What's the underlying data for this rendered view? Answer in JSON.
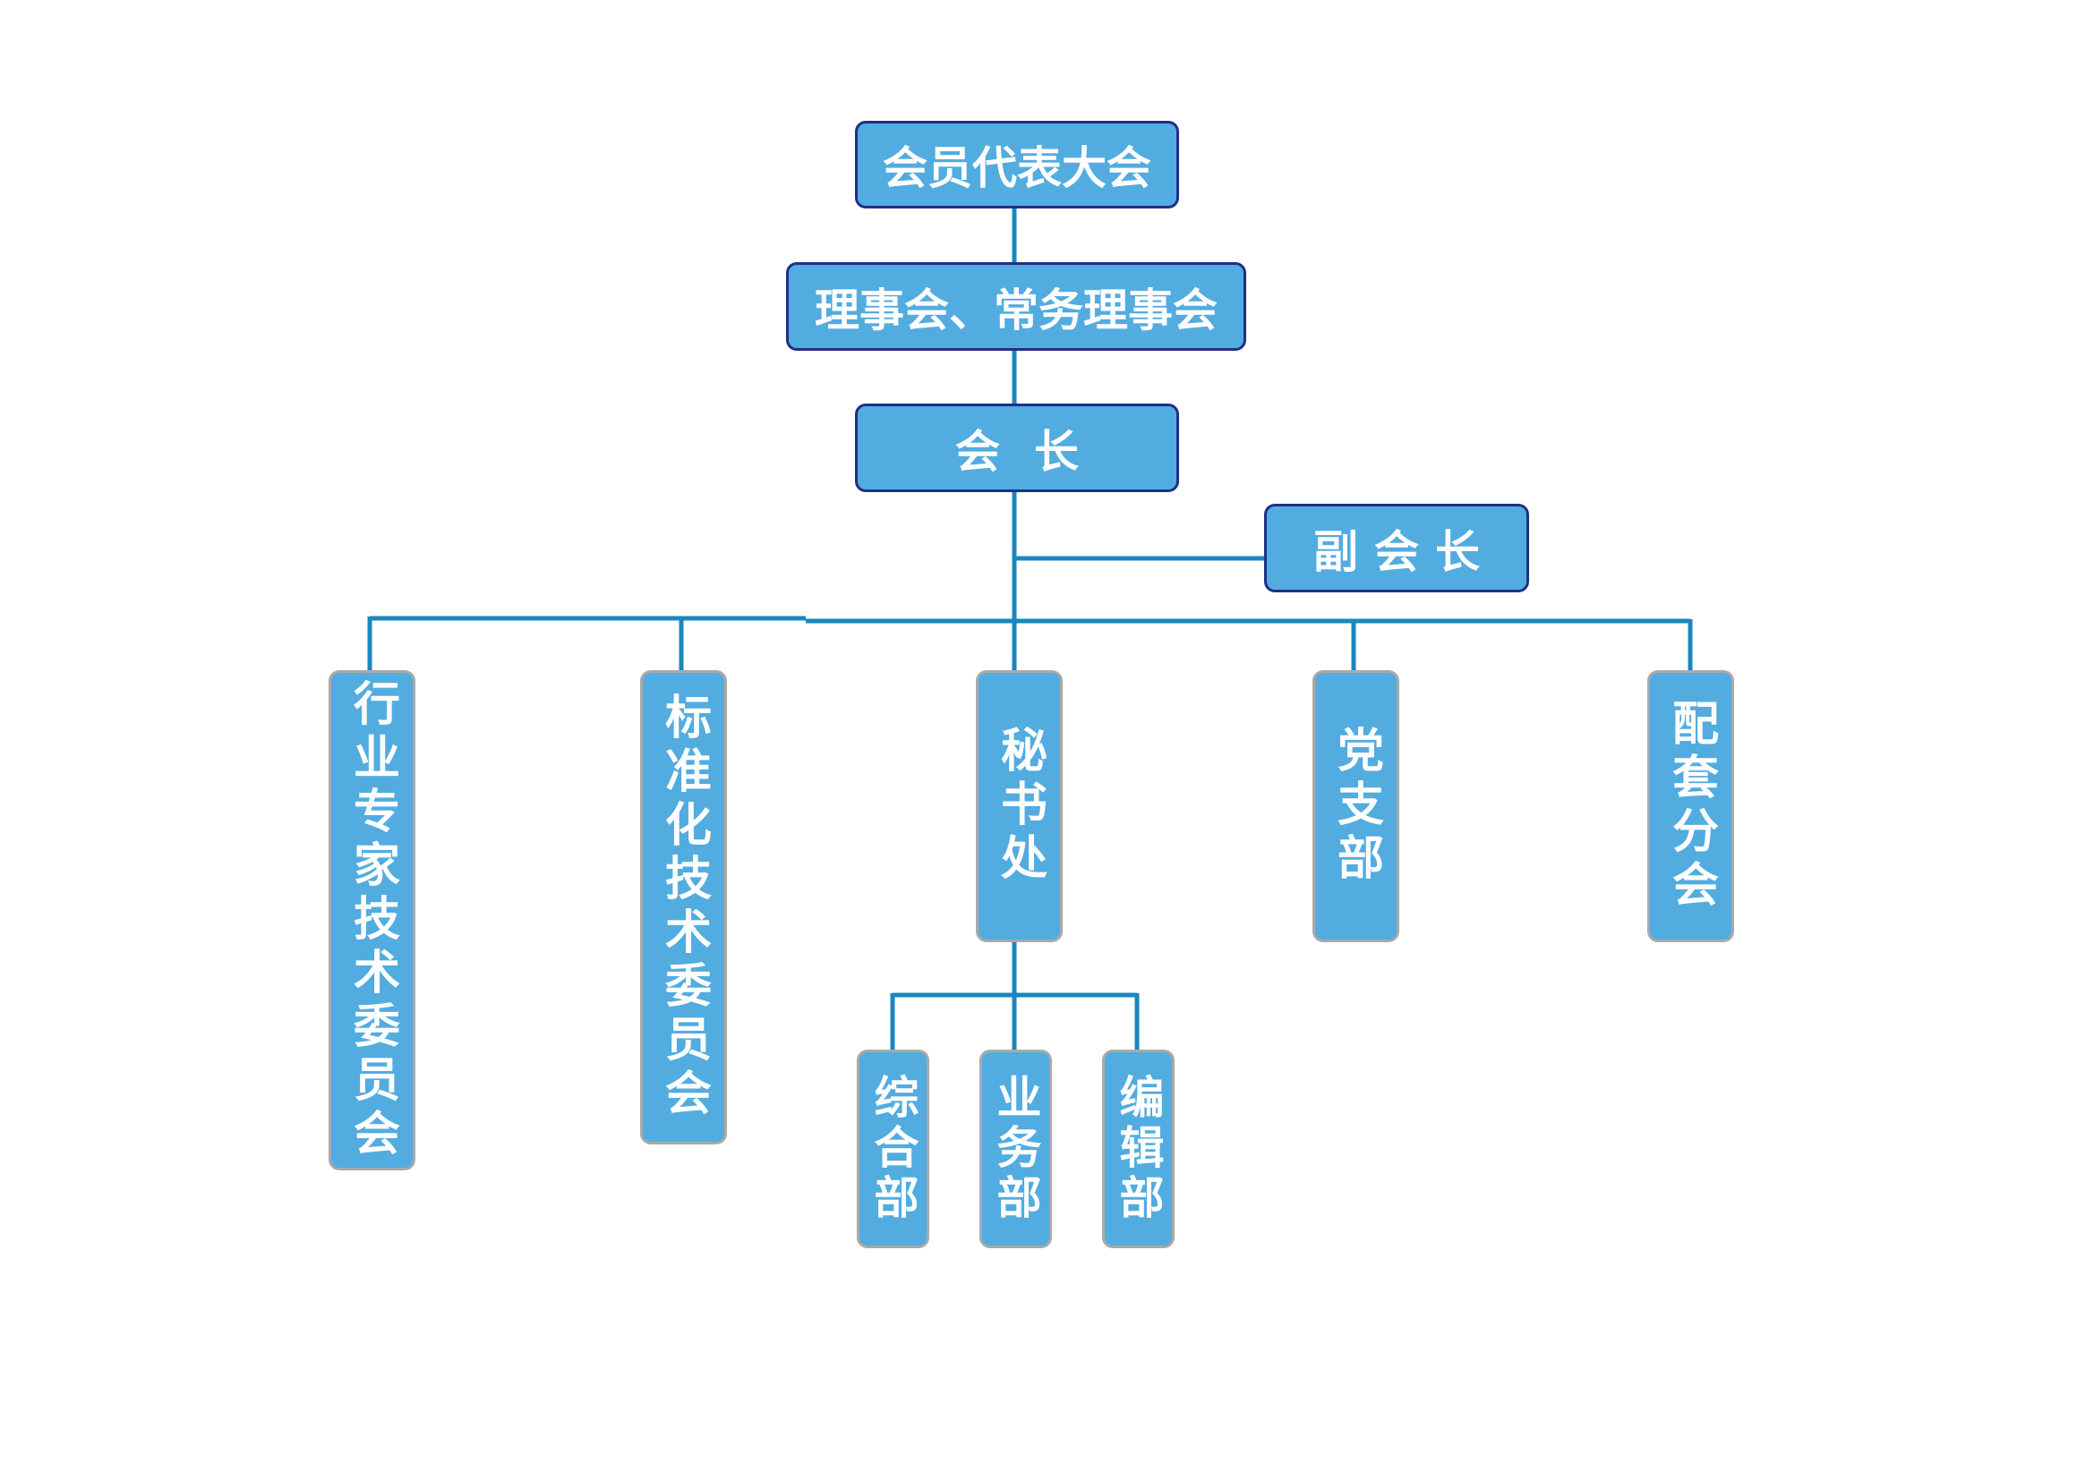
{
  "colors": {
    "box_fill": "#52ace0",
    "top_box_border": "#1f2f86",
    "vertical_box_border": "#a9a9a9",
    "connector": "#1a87be",
    "text": "#ffffff"
  },
  "nodes": {
    "representatives": "会员代表大会",
    "council": "理事会、常务理事会",
    "president": "会长",
    "vice_president": "副会长",
    "experts_committee": "行业专家技术委员会",
    "standards_committee": "标准化技术委员会",
    "secretariat": "秘书处",
    "party_branch": "党支部",
    "supporting_branches": "配套分会",
    "general_dept": "综合部",
    "business_dept": "业务部",
    "editorial_dept": "编辑部"
  }
}
